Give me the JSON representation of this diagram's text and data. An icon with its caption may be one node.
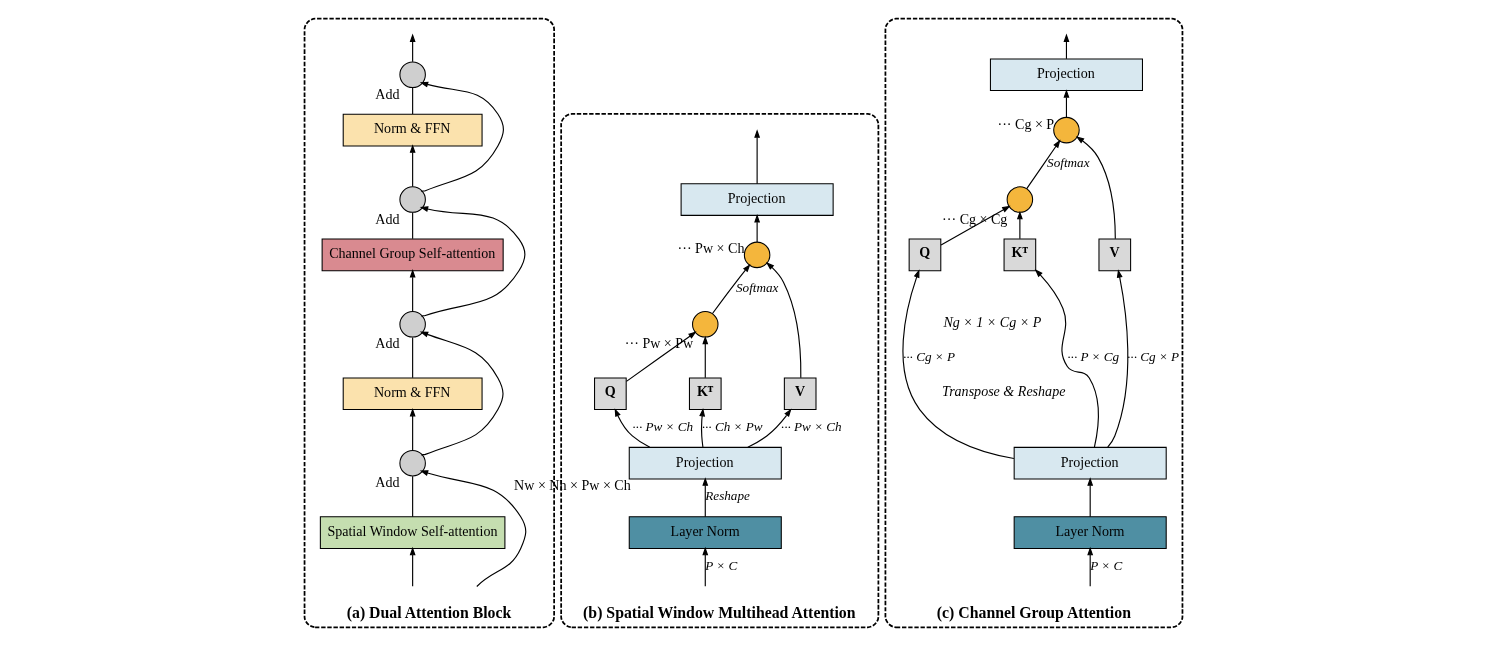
{
  "diagram": {
    "nodes": [
      {
        "text": [
          "(a) Dual Attention Block"
        ]
      },
      {
        "text": [
          "Spatial Window Self-attention"
        ],
        "in": 0
      },
      {
        "text": [],
        "shape": "circle",
        "beside": [
          "Add"
        ],
        "in": 0
      },
      {
        "text": [
          "Norm & FFN"
        ],
        "in": 0
      },
      {
        "text": [],
        "shape": "circle",
        "beside": [
          "Add"
        ],
        "in": 0
      },
      {
        "text": [
          "Channel Group Self-attention"
        ],
        "in": 0
      },
      {
        "text": [],
        "shape": "circle",
        "beside": [
          "Add"
        ],
        "in": 0
      },
      {
        "text": [
          "Norm & FFN"
        ],
        "in": 0
      },
      {
        "text": [],
        "shape": "circle",
        "beside": [
          "Add"
        ],
        "in": 0
      },
      {
        "text": [
          "(b) Spatial Window Multihead Attention"
        ]
      },
      {
        "text": [
          "Layer Norm"
        ],
        "in": 9
      },
      {
        "text": [
          "Projection"
        ],
        "in": 9,
        "beside": [
          "Nw × Nh × Pw × Ch"
        ]
      },
      {
        "text": [
          "Q"
        ],
        "in": 9
      },
      {
        "text": [
          "Kᵀ"
        ],
        "in": 9
      },
      {
        "text": [
          "V"
        ],
        "in": 9
      },
      {
        "text": [],
        "shape": "circle",
        "beside": [
          "··· Pw × Pw"
        ],
        "in": 9
      },
      {
        "text": [],
        "shape": "circle",
        "beside": [
          "··· Pw × Ch"
        ],
        "in": 9
      },
      {
        "text": [
          "Projection"
        ],
        "in": 9
      },
      {
        "text": [
          "(c) Channel Group Attention"
        ]
      },
      {
        "text": [
          "Layer Norm"
        ],
        "in": 18
      },
      {
        "text": [
          "Projection"
        ],
        "in": 18
      },
      {
        "text": [
          "Q"
        ],
        "in": 18
      },
      {
        "text": [
          "Kᵀ"
        ],
        "in": 18
      },
      {
        "text": [
          "V"
        ],
        "in": 18
      },
      {
        "text": [],
        "shape": "circle",
        "beside": [
          "··· Cg × Cg"
        ],
        "in": 18
      },
      {
        "text": [],
        "shape": "circle",
        "beside": [
          "··· Cg × P"
        ],
        "in": 18
      },
      {
        "text": [
          "Projection"
        ],
        "in": 18
      }
    ],
    "edges": [
      {
        "from": null,
        "to": 1,
        "arrow": "to"
      },
      {
        "from": null,
        "to": 2,
        "arrow": "to"
      },
      {
        "from": 1,
        "to": 2,
        "arrow": "none"
      },
      {
        "from": 2,
        "to": 3,
        "arrow": "to"
      },
      {
        "from": 2,
        "to": 4,
        "arrow": "to"
      },
      {
        "from": 3,
        "to": 4,
        "arrow": "none"
      },
      {
        "from": 4,
        "to": 5,
        "arrow": "to"
      },
      {
        "from": 4,
        "to": 6,
        "arrow": "to"
      },
      {
        "from": 5,
        "to": 6,
        "arrow": "none"
      },
      {
        "from": 6,
        "to": 7,
        "arrow": "to"
      },
      {
        "from": 6,
        "to": 8,
        "arrow": "to"
      },
      {
        "from": 7,
        "to": 8,
        "arrow": "none"
      },
      {
        "from": 8,
        "to": null,
        "arrow": "to"
      },
      {
        "from": null,
        "to": 10,
        "arrow": "to",
        "label": "P × C"
      },
      {
        "from": 10,
        "to": 11,
        "arrow": "to",
        "label": "Reshape"
      },
      {
        "from": 11,
        "to": 12,
        "arrow": "to",
        "label": "··· Pw × Ch"
      },
      {
        "from": 11,
        "to": 13,
        "arrow": "to",
        "label": "··· Ch × Pw"
      },
      {
        "from": 11,
        "to": 14,
        "arrow": "to",
        "label": "··· Pw × Ch"
      },
      {
        "from": 12,
        "to": 15,
        "arrow": "to"
      },
      {
        "from": 13,
        "to": 15,
        "arrow": "to"
      },
      {
        "from": 15,
        "to": 16,
        "arrow": "to",
        "label": "Softmax"
      },
      {
        "from": 14,
        "to": 16,
        "arrow": "to"
      },
      {
        "from": 16,
        "to": 17,
        "arrow": "to"
      },
      {
        "from": 17,
        "to": null,
        "arrow": "to"
      },
      {
        "from": null,
        "to": 19,
        "arrow": "to",
        "label": "P × C"
      },
      {
        "from": 19,
        "to": 20,
        "arrow": "to"
      },
      {
        "from": 20,
        "to": 21,
        "arrow": "to",
        "label": "··· Cg × P"
      },
      {
        "from": 20,
        "to": 22,
        "arrow": "to",
        "label": "··· P × Cg"
      },
      {
        "from": 20,
        "to": 23,
        "arrow": "to",
        "label": "··· Cg × P"
      },
      {
        "from": 21,
        "to": 24,
        "arrow": "to"
      },
      {
        "from": 22,
        "to": 24,
        "arrow": "to"
      },
      {
        "from": 24,
        "to": 25,
        "arrow": "to",
        "label": "Softmax"
      },
      {
        "from": 23,
        "to": 25,
        "arrow": "to"
      },
      {
        "from": 25,
        "to": 26,
        "arrow": "to"
      },
      {
        "from": 26,
        "to": null,
        "arrow": "to"
      }
    ],
    "labels": [
      "Transpose & Reshape",
      "Ng × 1 × Cg × P"
    ]
  }
}
